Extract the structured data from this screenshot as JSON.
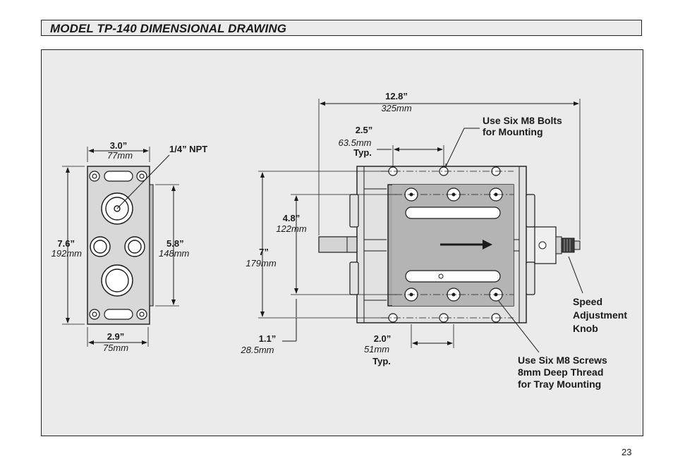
{
  "title": "MODEL TP-140 DIMENSIONAL DRAWING",
  "page_number": "23",
  "end_view": {
    "width_top": {
      "inch": "3.0”",
      "mm": "77mm"
    },
    "width_bottom": {
      "inch": "2.9”",
      "mm": "75mm"
    },
    "height_overall": {
      "inch": "7.6”",
      "mm": "192mm"
    },
    "height_inner": {
      "inch": "5.8”",
      "mm": "148mm"
    },
    "port_label": "1/4” NPT"
  },
  "top_view": {
    "length_overall": {
      "inch": "12.8”",
      "mm": "325mm"
    },
    "bolt_spacing": {
      "inch": "2.5”",
      "mm": "63.5mm",
      "note": "Typ."
    },
    "screw_spacing": {
      "inch": "2.0”",
      "mm": "51mm",
      "note": "Typ."
    },
    "width_overall": {
      "inch": "7”",
      "mm": "179mm"
    },
    "width_inner": {
      "inch": "4.8”",
      "mm": "122mm"
    },
    "offset": {
      "inch": "1.1”",
      "mm": "28.5mm"
    },
    "bolts_note": [
      "Use Six M8 Bolts",
      "for Mounting"
    ],
    "knob_note": [
      "Speed",
      "Adjustment",
      "Knob"
    ],
    "screws_note": [
      "Use Six M8 Screws",
      "8mm Deep Thread",
      "for Tray Mounting"
    ]
  }
}
